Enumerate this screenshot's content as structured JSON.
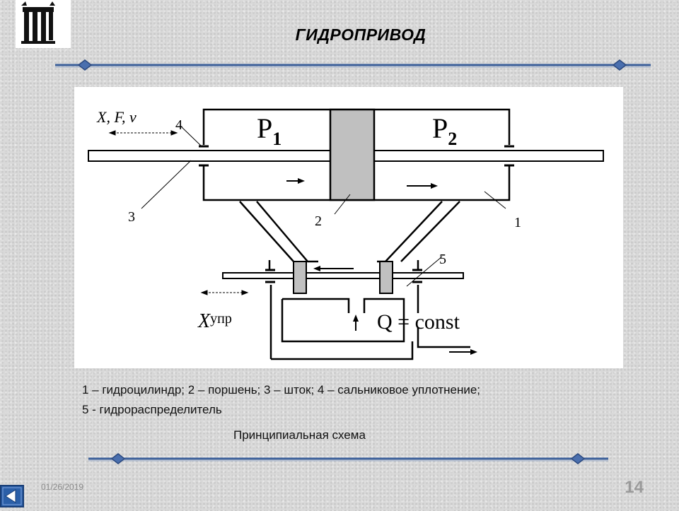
{
  "slide": {
    "title": "ГИДРОПРИВОД",
    "caption_line1": "1 – гидроцилиндр; 2 – поршень; 3 – шток; 4 – сальниковое уплотнение;",
    "caption_line2": "5 - гидрораспределитель",
    "subcaption": "Принципиальная схема",
    "date": "01/26/2019",
    "page_number": "14"
  },
  "diagram": {
    "label_xfv": "X, F, v",
    "label_p1": "P",
    "label_p1_sub": "1",
    "label_p2": "P",
    "label_p2_sub": "2",
    "label_xupr": "X",
    "label_xupr_sub": "упр",
    "label_q": "Q = const",
    "callout_1": "1",
    "callout_2": "2",
    "callout_3": "3",
    "callout_4": "4",
    "callout_5": "5"
  },
  "colors": {
    "rule_blue": "#3b5f9a",
    "piston_gray": "#c0c0c0",
    "nav_blue": "#2b5fa8"
  },
  "icons": {
    "logo": "university-emblem-icon",
    "nav": "back-arrow-icon"
  }
}
